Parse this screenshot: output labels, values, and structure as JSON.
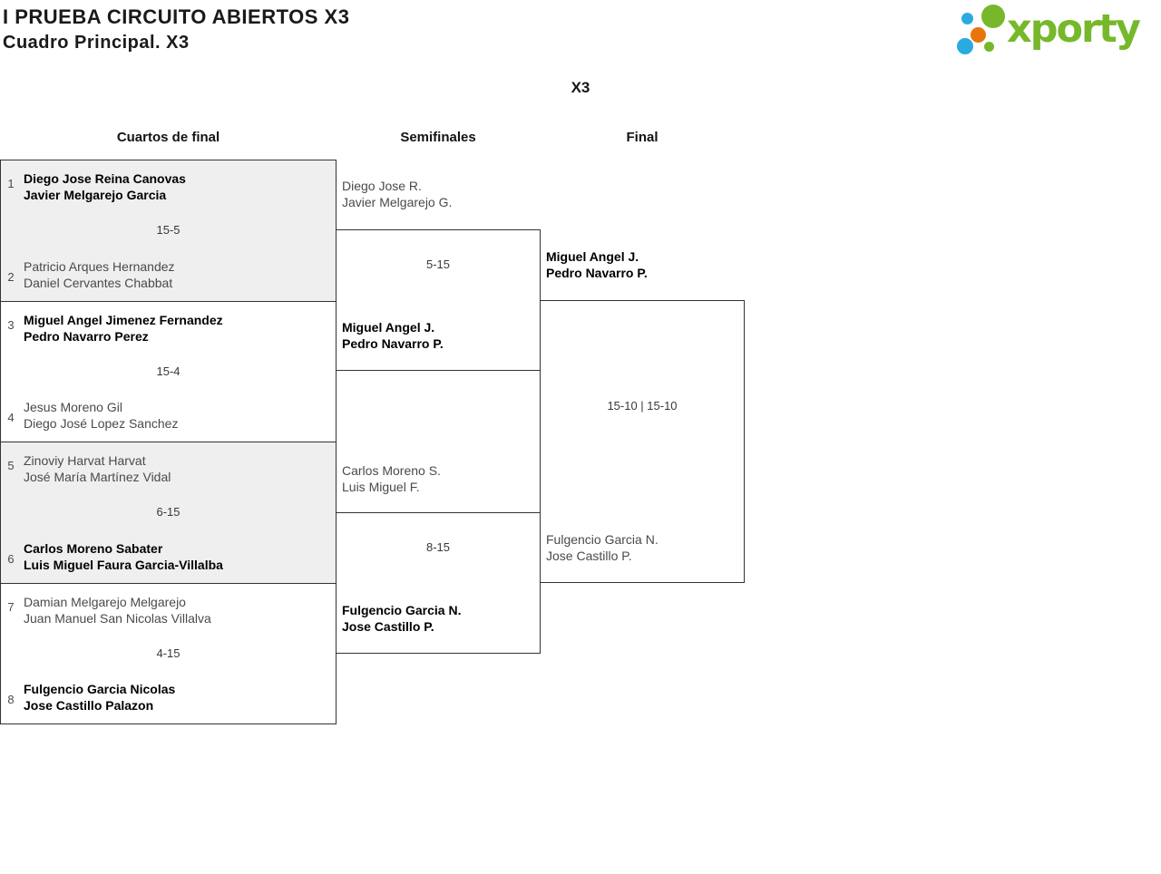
{
  "header": {
    "title_line1": "I PRUEBA CIRCUITO ABIERTOS X3",
    "title_line2": "Cuadro Principal. X3",
    "category": "X3"
  },
  "logo": {
    "wordmark": "xporty",
    "green": "#76b82a",
    "blue": "#29abe2",
    "orange": "#e8750c"
  },
  "round_headers": {
    "quarterfinals": "Cuartos de final",
    "semifinals": "Semifinales",
    "final": "Final"
  },
  "bracket": {
    "quarterfinals": [
      {
        "seed_top": "1",
        "seed_bottom": "2",
        "score": "15-5",
        "top": {
          "players": [
            "Diego Jose Reina Canovas",
            "Javier Melgarejo Garcia"
          ],
          "winner": true
        },
        "bottom": {
          "players": [
            "Patricio Arques Hernandez",
            "Daniel Cervantes Chabbat"
          ],
          "winner": false
        }
      },
      {
        "seed_top": "3",
        "seed_bottom": "4",
        "score": "15-4",
        "top": {
          "players": [
            "Miguel Angel Jimenez Fernandez",
            "Pedro Navarro Perez"
          ],
          "winner": true
        },
        "bottom": {
          "players": [
            "Jesus Moreno Gil",
            "Diego José Lopez Sanchez"
          ],
          "winner": false
        }
      },
      {
        "seed_top": "5",
        "seed_bottom": "6",
        "score": "6-15",
        "top": {
          "players": [
            "Zinoviy Harvat Harvat",
            "José María Martínez Vidal"
          ],
          "winner": false
        },
        "bottom": {
          "players": [
            "Carlos Moreno Sabater",
            "Luis Miguel Faura Garcia-Villalba"
          ],
          "winner": true
        }
      },
      {
        "seed_top": "7",
        "seed_bottom": "8",
        "score": "4-15",
        "top": {
          "players": [
            "Damian Melgarejo Melgarejo",
            "Juan Manuel San Nicolas Villalva"
          ],
          "winner": false
        },
        "bottom": {
          "players": [
            "Fulgencio Garcia Nicolas",
            "Jose Castillo Palazon"
          ],
          "winner": true
        }
      }
    ],
    "semifinals": [
      {
        "score": "5-15",
        "top": {
          "players": [
            "Diego Jose R.",
            "Javier Melgarejo G."
          ],
          "winner": false
        },
        "bottom": {
          "players": [
            "Miguel Angel J.",
            "Pedro Navarro P."
          ],
          "winner": true
        }
      },
      {
        "score": "8-15",
        "top": {
          "players": [
            "Carlos Moreno S.",
            "Luis Miguel F."
          ],
          "winner": false
        },
        "bottom": {
          "players": [
            "Fulgencio Garcia N.",
            "Jose Castillo P."
          ],
          "winner": true
        }
      }
    ],
    "final": {
      "score": "15-10 | 15-10",
      "top": {
        "players": [
          "Miguel Angel J.",
          "Pedro Navarro P."
        ],
        "winner": true
      },
      "bottom": {
        "players": [
          "Fulgencio Garcia N.",
          "Jose Castillo P."
        ],
        "winner": false
      }
    }
  },
  "colors": {
    "match_fill_alt": "#efefef",
    "line": "#333333"
  }
}
